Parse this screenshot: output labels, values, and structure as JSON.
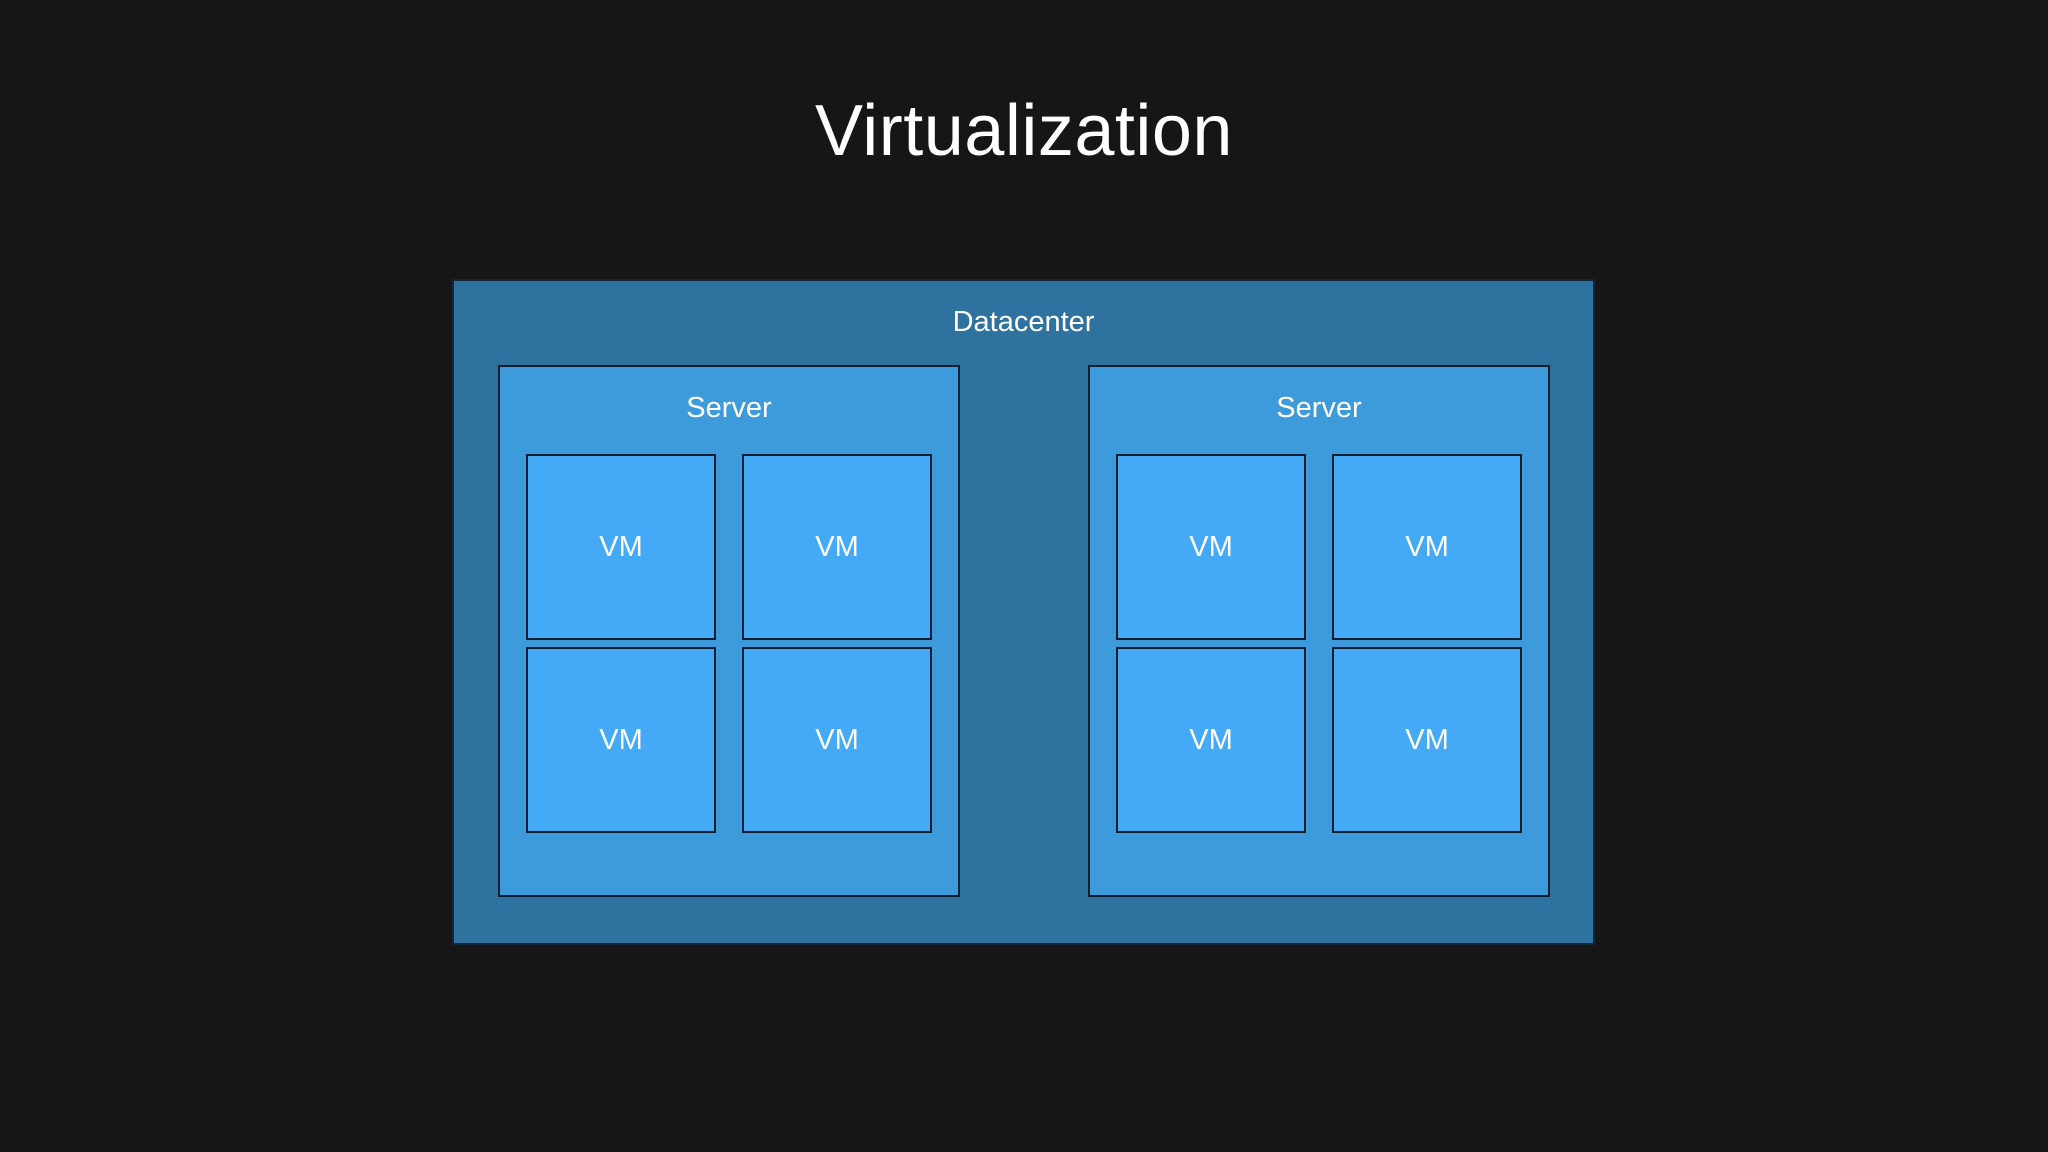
{
  "slide": {
    "title": "Virtualization",
    "background_color": "#161616",
    "title_color": "#ffffff"
  },
  "diagram": {
    "type": "nested-boxes",
    "colors": {
      "datacenter_fill": "#2e73a0",
      "server_fill": "#3d9bdb",
      "vm_fill": "#45aaf5",
      "border": "#101e30",
      "label_text": "#ffffff"
    },
    "datacenter": {
      "label": "Datacenter",
      "servers": [
        {
          "label": "Server",
          "vms": [
            {
              "label": "VM"
            },
            {
              "label": "VM"
            },
            {
              "label": "VM"
            },
            {
              "label": "VM"
            }
          ]
        },
        {
          "label": "Server",
          "vms": [
            {
              "label": "VM"
            },
            {
              "label": "VM"
            },
            {
              "label": "VM"
            },
            {
              "label": "VM"
            }
          ]
        }
      ]
    }
  }
}
